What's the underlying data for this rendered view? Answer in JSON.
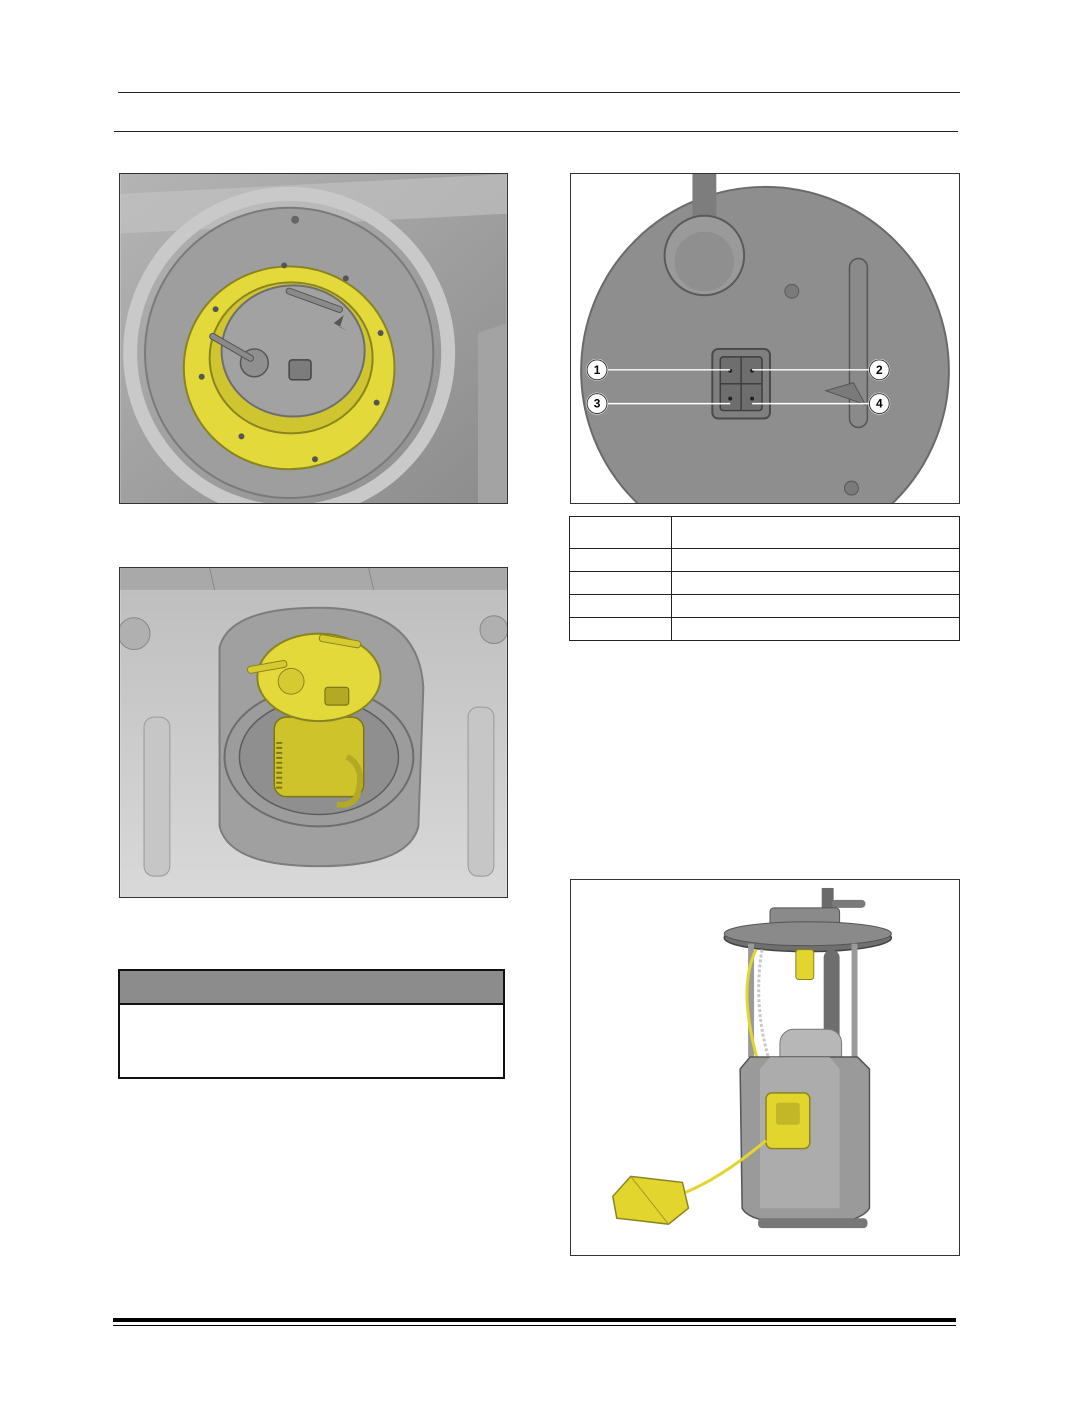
{
  "header": {},
  "figures": {
    "fuel_tank_access_ring": {
      "icon": "fuel-pump-locking-ring-illustration"
    },
    "connector_face": {
      "icon": "fuel-pump-connector-illustration",
      "callouts": [
        "1",
        "2",
        "3",
        "4"
      ]
    },
    "pump_removal": {
      "icon": "fuel-pump-removal-illustration"
    },
    "pump_module": {
      "icon": "fuel-pump-module-illustration"
    }
  },
  "pin_table": {
    "rows": [
      [
        "",
        ""
      ],
      [
        "",
        ""
      ],
      [
        "",
        ""
      ],
      [
        "",
        ""
      ],
      [
        "",
        ""
      ]
    ]
  },
  "note_box": {
    "title": "",
    "body": ""
  },
  "colors": {
    "highlight_yellow": "#e8df3a",
    "metal_grey": "#9a9a9a",
    "note_header": "#8c8c8c"
  }
}
